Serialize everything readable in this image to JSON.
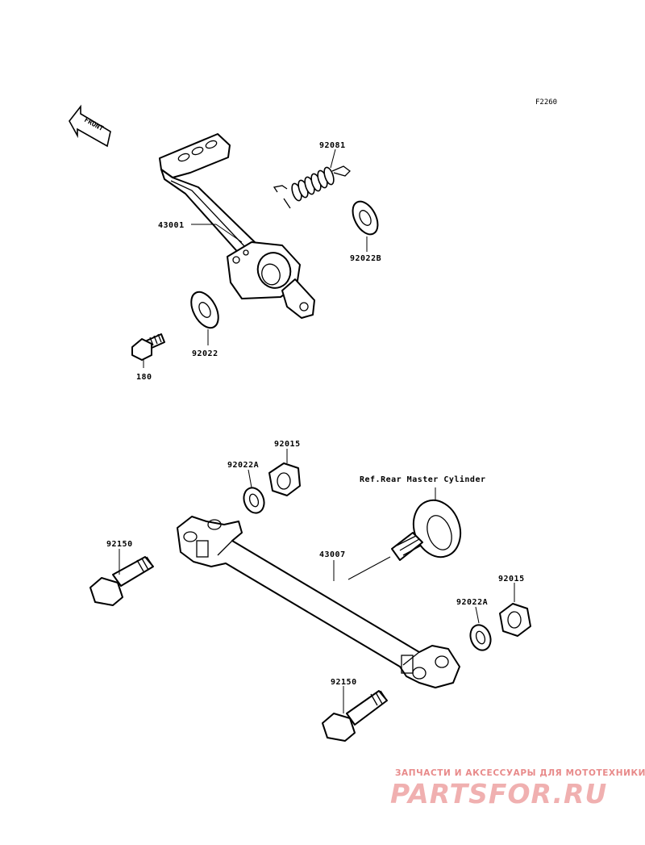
{
  "figure_code": "F2260",
  "front_label": "FRONT",
  "labels": {
    "p43001": "43001",
    "p92081": "92081",
    "p92022b": "92022B",
    "p92022": "92022",
    "p180": "180",
    "p92015_top": "92015",
    "p92022a_top": "92022A",
    "ref_cylinder": "Ref.Rear Master Cylinder",
    "p92150_top": "92150",
    "p43007": "43007",
    "p92015_bottom": "92015",
    "p92022a_bottom": "92022A",
    "p92150_bottom": "92150"
  },
  "watermark": {
    "tagline": "ЗАПЧАСТИ И АКСЕССУАРЫ ДЛЯ МОТОТЕХНИКИ",
    "logo": "PARTSFOR.RU"
  }
}
